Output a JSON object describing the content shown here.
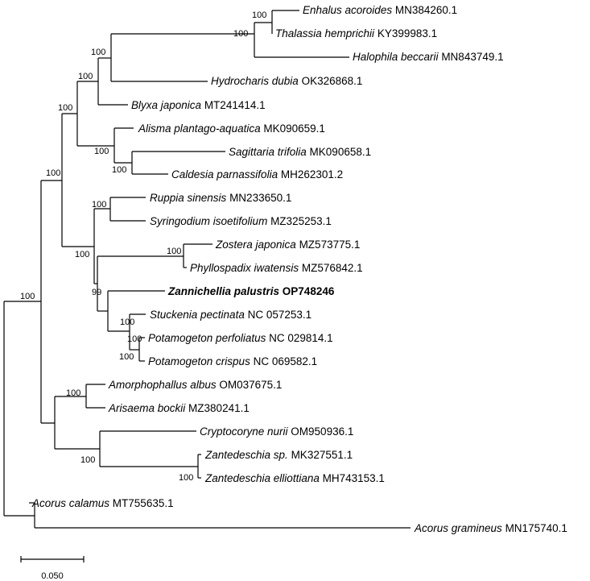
{
  "tree": {
    "taxa": [
      {
        "id": "enhalus",
        "species": "Enhalus acoroides",
        "accession": "MN384260.1",
        "emphasis": false
      },
      {
        "id": "thalassia",
        "species": "Thalassia hemprichii",
        "accession": "KY399983.1",
        "emphasis": false
      },
      {
        "id": "halophila",
        "species": "Halophila beccarii",
        "accession": "MN843749.1",
        "emphasis": false
      },
      {
        "id": "hydrocharis",
        "species": "Hydrocharis dubia",
        "accession": "OK326868.1",
        "emphasis": false
      },
      {
        "id": "blyxa",
        "species": "Blyxa japonica",
        "accession": "MT241414.1",
        "emphasis": false
      },
      {
        "id": "alisma",
        "species": "Alisma plantago-aquatica",
        "accession": "MK090659.1",
        "emphasis": false
      },
      {
        "id": "sagittaria",
        "species": "Sagittaria trifolia",
        "accession": "MK090658.1",
        "emphasis": false
      },
      {
        "id": "caldesia",
        "species": "Caldesia parnassifolia",
        "accession": "MH262301.2",
        "emphasis": false
      },
      {
        "id": "ruppia",
        "species": "Ruppia sinensis",
        "accession": "MN233650.1",
        "emphasis": false
      },
      {
        "id": "syringodium",
        "species": "Syringodium isoetifolium",
        "accession": "MZ325253.1",
        "emphasis": false
      },
      {
        "id": "zostera",
        "species": "Zostera japonica",
        "accession": "MZ573775.1",
        "emphasis": false
      },
      {
        "id": "phyllospadix",
        "species": "Phyllospadix iwatensis",
        "accession": "MZ576842.1",
        "emphasis": false
      },
      {
        "id": "zannichellia",
        "species": "Zannichellia palustris",
        "accession": "OP748246",
        "emphasis": true
      },
      {
        "id": "stuckenia",
        "species": "Stuckenia pectinata",
        "accession": "NC 057253.1",
        "emphasis": false
      },
      {
        "id": "potamogeton_perf",
        "species": "Potamogeton perfoliatus",
        "accession": "NC 029814.1",
        "emphasis": false
      },
      {
        "id": "potamogeton_cris",
        "species": "Potamogeton crispus",
        "accession": "NC 069582.1",
        "emphasis": false
      },
      {
        "id": "amorphophallus",
        "species": "Amorphophallus albus",
        "accession": "OM037675.1",
        "emphasis": false
      },
      {
        "id": "arisaema",
        "species": "Arisaema bockii",
        "accession": "MZ380241.1",
        "emphasis": false
      },
      {
        "id": "cryptocoryne",
        "species": "Cryptocoryne nurii",
        "accession": "OM950936.1",
        "emphasis": false
      },
      {
        "id": "zantedeschia_sp",
        "species": "Zantedeschia sp.",
        "accession": "MK327551.1",
        "emphasis": false
      },
      {
        "id": "zantedeschia_ell",
        "species": "Zantedeschia elliottiana",
        "accession": "MH743153.1",
        "emphasis": false
      },
      {
        "id": "acorus_cal",
        "species": "Acorus calamus",
        "accession": "MT755635.1",
        "emphasis": false
      },
      {
        "id": "acorus_gra",
        "species": "Acorus gramineus",
        "accession": "MN175740.1",
        "emphasis": false
      }
    ],
    "bootstrap": [
      {
        "id": "n_enh_tha",
        "value": "100"
      },
      {
        "id": "n_hydroch3",
        "value": "100"
      },
      {
        "id": "n_hydroch4",
        "value": "100"
      },
      {
        "id": "n_hydrochar",
        "value": "100"
      },
      {
        "id": "n_alisma",
        "value": "100"
      },
      {
        "id": "n_sag_cal",
        "value": "100"
      },
      {
        "id": "n_alis_all",
        "value": "100"
      },
      {
        "id": "n_hydro_alis",
        "value": "100"
      },
      {
        "id": "n_ruppia",
        "value": "100"
      },
      {
        "id": "n_zostera",
        "value": "100"
      },
      {
        "id": "n_potam",
        "value": "99"
      },
      {
        "id": "n_pot_all",
        "value": "100"
      },
      {
        "id": "n_pot_pair",
        "value": "100"
      },
      {
        "id": "n_core",
        "value": "100"
      },
      {
        "id": "n_alis_potam",
        "value": "100"
      },
      {
        "id": "n_amor",
        "value": "100"
      },
      {
        "id": "n_zant",
        "value": "100"
      },
      {
        "id": "n_araceae",
        "value": "100"
      },
      {
        "id": "n_root",
        "value": "100"
      }
    ],
    "scale_bar": {
      "label": "0.050"
    }
  }
}
